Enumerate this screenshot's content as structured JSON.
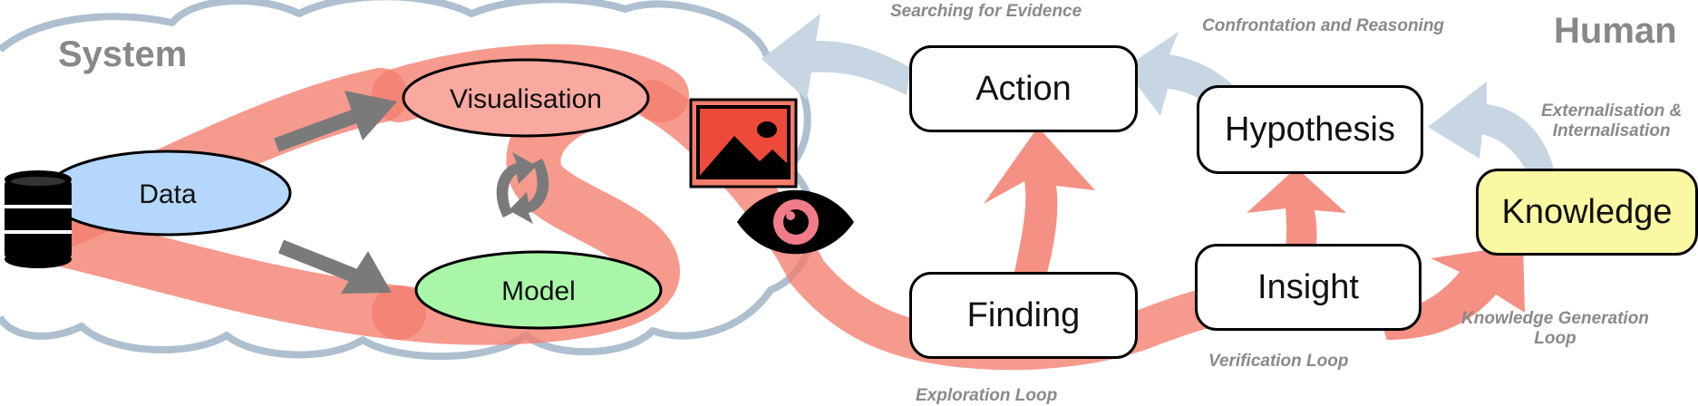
{
  "regions": {
    "system": "System",
    "human": "Human"
  },
  "system_nodes": {
    "data": "Data",
    "visualisation": "Visualisation",
    "model": "Model"
  },
  "human_nodes": {
    "action": "Action",
    "hypothesis": "Hypothesis",
    "finding": "Finding",
    "insight": "Insight",
    "knowledge": "Knowledge"
  },
  "loop_labels": {
    "searching": "Searching for Evidence",
    "confrontation": "Confrontation and Reasoning",
    "externalisation_line1": "Externalisation &",
    "externalisation_line2": "Internalisation",
    "exploration": "Exploration Loop",
    "verification": "Verification Loop",
    "knowledge_gen_line1": "Knowledge Generation",
    "knowledge_gen_line2": "Loop"
  },
  "icons": [
    "database-icon",
    "image-icon",
    "eye-icon",
    "refresh-cycle-icon"
  ],
  "colors": {
    "flow_red": "#f37d6e",
    "loop_blue": "#c7d6e2",
    "cloud_outline": "#aebfcf",
    "data_fill": "#b5d7fb",
    "visualisation_fill": "#f9a9a0",
    "model_fill": "#aaf6a8",
    "knowledge_fill": "#fbf8a3",
    "gray_arrow": "#7a7a7a"
  }
}
